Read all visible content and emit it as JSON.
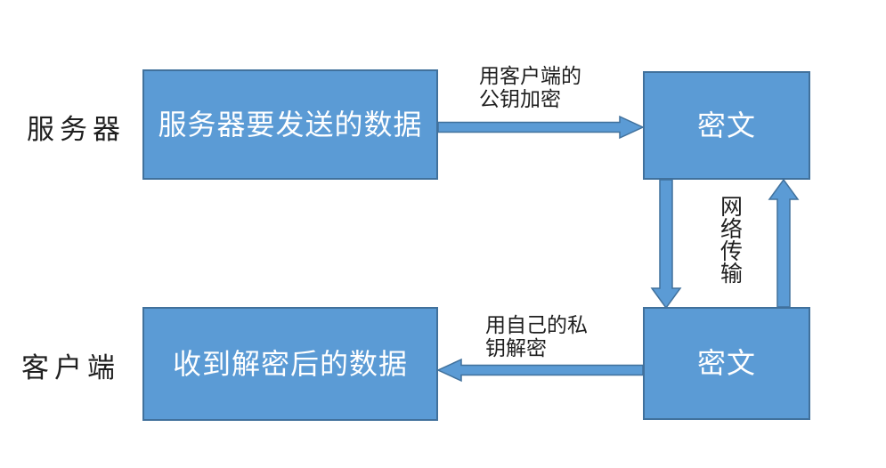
{
  "diagram": {
    "title_semantic": "asymmetric-encryption-network-flow",
    "colors": {
      "box_fill": "#5b9bd5",
      "box_border": "#41719c",
      "arrow_fill": "#5b9bd5",
      "arrow_border": "#41719c",
      "box_text": "#ffffff",
      "label_text": "#1f1f1f",
      "background": "#ffffff"
    },
    "row_labels": {
      "server": "服务器",
      "client": "客户端"
    },
    "boxes": {
      "server_data": "服务器要发送的数据",
      "cipher_top": "密文",
      "cipher_bottom": "密文",
      "client_data": "收到解密后的数据"
    },
    "arrow_labels": {
      "encrypt": "用客户端的\n公钥加密",
      "network": "网络传输",
      "decrypt": "用自己的私\n钥解密"
    }
  }
}
